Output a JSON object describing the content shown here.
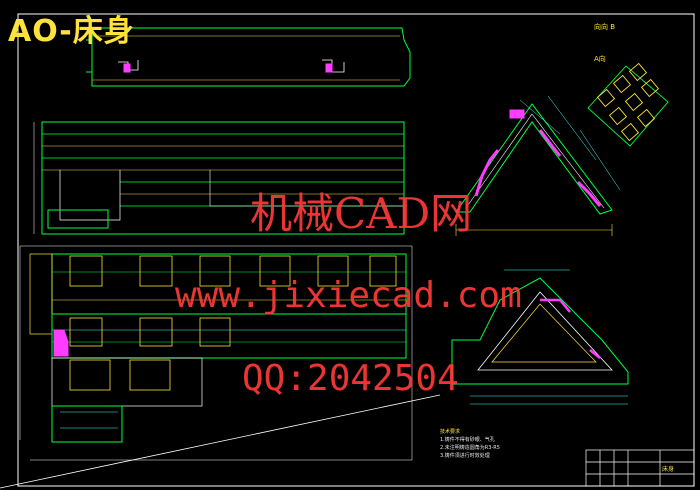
{
  "title": "AO-床身",
  "watermark": {
    "line1": "机械CAD网",
    "line2": "www.jixiecad.com",
    "line3": "QQ:2042504"
  },
  "labels": {
    "view_a": "A向",
    "view_b": "向向 B"
  },
  "notes": {
    "heading": "技术要求",
    "items": [
      "1.铸件不得有砂眼、气孔",
      "2.未注明铸造圆角为R3-R5",
      "3.铸件须进行时效处理"
    ]
  },
  "title_block": {
    "drawing_name": "床身"
  },
  "colors": {
    "background": "#000000",
    "frame": "#ffffff",
    "outline": "#00ff3c",
    "detail": "#ffe23a",
    "section": "#ff3cff",
    "dimension": "#3cffff",
    "watermark": "#ff3a3a"
  }
}
